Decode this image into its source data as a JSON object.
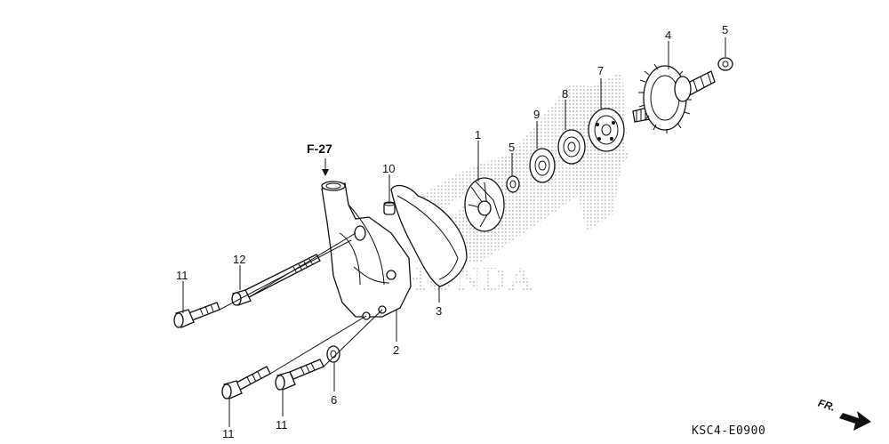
{
  "reference_label": "F-27",
  "diagram_code": "KSC4-E0900",
  "direction_label": "FR.",
  "watermark_text": "HONDA",
  "callouts": {
    "c1": "1",
    "c2": "2",
    "c3": "3",
    "c4": "4",
    "c5a": "5",
    "c5b": "5",
    "c6": "6",
    "c7": "7",
    "c8": "8",
    "c9": "9",
    "c10": "10",
    "c11a": "11",
    "c11b": "11",
    "c11c": "11",
    "c12": "12"
  }
}
